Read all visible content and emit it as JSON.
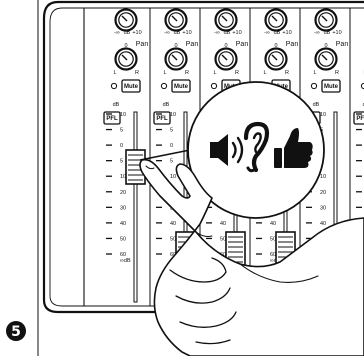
{
  "step": {
    "number": "5"
  },
  "channel_strip": {
    "count": 6,
    "gain_scale": {
      "min": "-∞",
      "db": "dB",
      "max": "+10"
    },
    "pan_label": "Pan",
    "pan_scale": {
      "left": "L",
      "center": "0",
      "right": "R"
    },
    "mute_label": "Mute",
    "pfl_label": "PFL",
    "fader_scale_header": "dB",
    "fader_scale": [
      "10",
      "5",
      "0",
      "5",
      "10",
      "20",
      "30",
      "40",
      "50",
      "60"
    ],
    "fader_scale_bottom": "∞dB"
  },
  "callout": {
    "icons": [
      "speaker-icon",
      "ear-icon",
      "thumbs-up-icon"
    ]
  },
  "colors": {
    "ink": "#111111",
    "background": "#ffffff"
  }
}
